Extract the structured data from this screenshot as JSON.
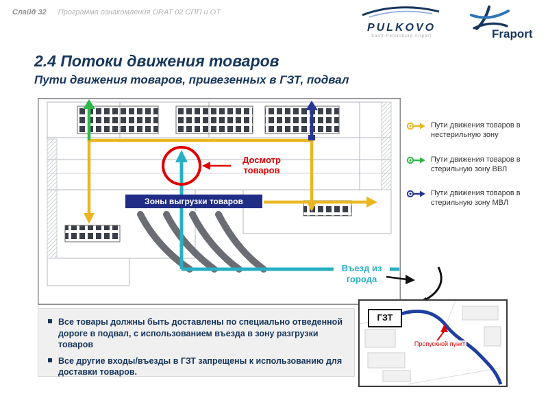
{
  "slide": {
    "number_label": "Слайд 32",
    "program_label": "Программа ознакомления ORAT 02 СПП и ОТ"
  },
  "logos": {
    "pulkovo_text": "PULKOVO",
    "pulkovo_tagline": "Saint-Petersburg Airport",
    "fraport_text": "Fraport"
  },
  "title": "2.4 Потоки движения товаров",
  "subtitle": "Пути движения товаров, привезенных в ГЗТ, подвал",
  "floor_plan": {
    "inspection_label": "Досмотр товаров",
    "unloading_zones_banner": "Зоны выгрузки товаров",
    "city_entrance_label": "Въезд из города"
  },
  "legend": {
    "items": [
      {
        "label": "Пути движения товаров в нестерильную зону",
        "color": "#E8B722"
      },
      {
        "label": "Пути движения товаров в стерильную зону ВВЛ",
        "color": "#2EB84B"
      },
      {
        "label": "Пути движения товаров в стерильную зону МВЛ",
        "color": "#283593"
      }
    ]
  },
  "notes": [
    "Все товары должны быть доставлены по специально отведенной дороге в подвал, с использованием въезда в зону разгрузки товаров",
    "Все другие входы/въезды в ГЗТ запрещены к использованию для доставки товаров."
  ],
  "inset_map": {
    "gzt_label": "ГЗТ",
    "checkpoint_label": "Пропускной пункт"
  },
  "colors": {
    "non_sterile_flow": "#E8B722",
    "sterile_vvl_flow": "#2EB84B",
    "sterile_mvl_flow": "#283593",
    "city_road": "#29AFC4",
    "inspection_highlight": "#E00000",
    "banner_bg": "#1F2D86",
    "title_text": "#17365D"
  }
}
